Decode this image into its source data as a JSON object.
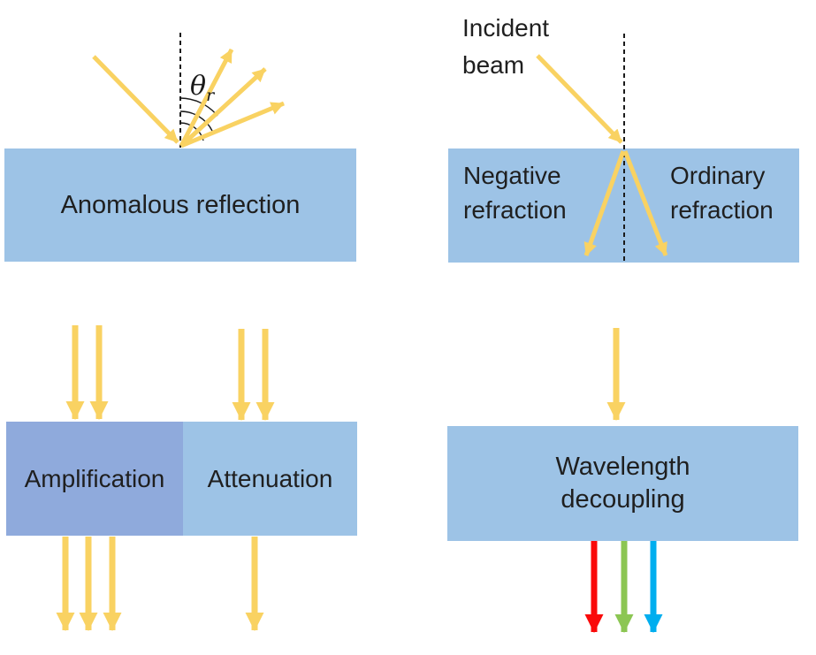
{
  "colors": {
    "surface_light_blue": "#9dc3e6",
    "surface_dark_blue": "#8faadc",
    "beam_yellow": "#f9d262",
    "arrow_red": "#fa0a0a",
    "arrow_green": "#8cc653",
    "arrow_blue": "#00aeef",
    "line_black": "#1a1a1a",
    "text_dark": "#1f1f1f"
  },
  "panels": {
    "anomalous_reflection": {
      "label": "Anomalous reflection",
      "angle_symbol": "θ",
      "angle_subscript": "r"
    },
    "refraction": {
      "incident_beam_label": "Incident beam",
      "negative_label": "Negative refraction",
      "ordinary_label": "Ordinary refraction"
    },
    "amplification_attenuation": {
      "amplification_label": "Amplification",
      "attenuation_label": "Attenuation"
    },
    "wavelength_decoupling": {
      "label": "Wavelength decoupling"
    }
  }
}
